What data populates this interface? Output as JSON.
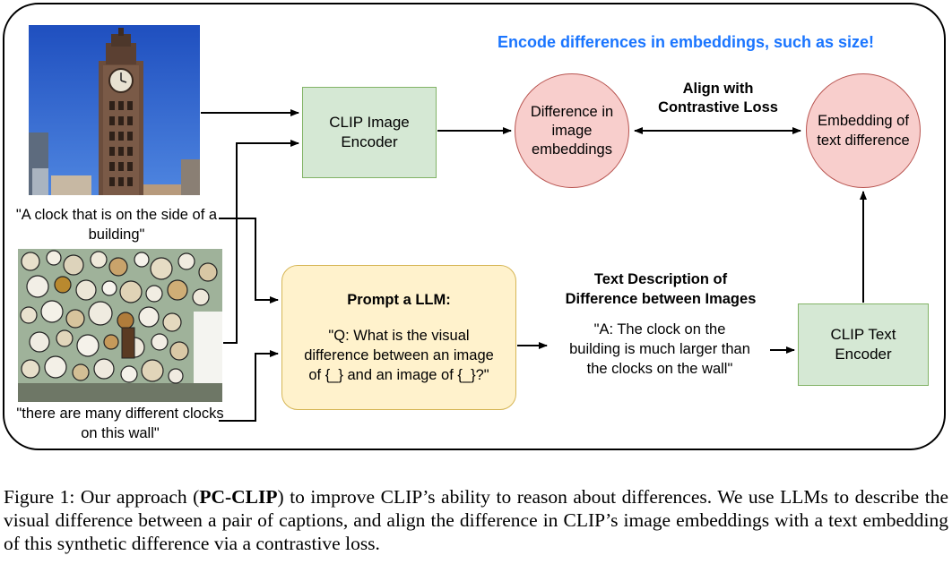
{
  "diagram": {
    "headline": "Encode differences in embeddings, such as size!",
    "headline_color": "#1a75ff",
    "image_top": {
      "icon": "clock-tower-photo",
      "caption": "\"A clock that is on the side of a building\""
    },
    "image_bottom": {
      "icon": "wall-of-clocks-photo",
      "caption": "\"there are many different clocks on this wall\""
    },
    "clip_image_encoder": {
      "line1": "CLIP Image",
      "line2": "Encoder"
    },
    "difference_image": {
      "line1": "Difference in",
      "line2": "image",
      "line3": "embeddings"
    },
    "align_label": {
      "line1": "Align with",
      "line2": "Contrastive Loss"
    },
    "embedding_text_diff": {
      "line1": "Embedding of",
      "line2": "text difference"
    },
    "prompt_box": {
      "title": "Prompt a LLM:",
      "line1": "\"Q: What is the visual",
      "line2": "difference between an image",
      "line3": "of {_} and an image of {_}?\""
    },
    "text_desc_label": {
      "line1": "Text Description of",
      "line2": "Difference between Images"
    },
    "answer": {
      "line1": "\"A: The clock on the",
      "line2": "building is much larger than",
      "line3": "the clocks on the wall\""
    },
    "clip_text_encoder": {
      "line1": "CLIP Text",
      "line2": "Encoder"
    }
  },
  "figure_caption": {
    "prefix": "Figure 1: Our approach (",
    "bold": "PC-CLIP",
    "suffix": ") to improve CLIP’s ability to reason about differences. We use LLMs to describe the visual difference between a pair of captions, and align the difference in CLIP’s image embeddings with a text embedding of this synthetic difference via a contrastive loss."
  }
}
